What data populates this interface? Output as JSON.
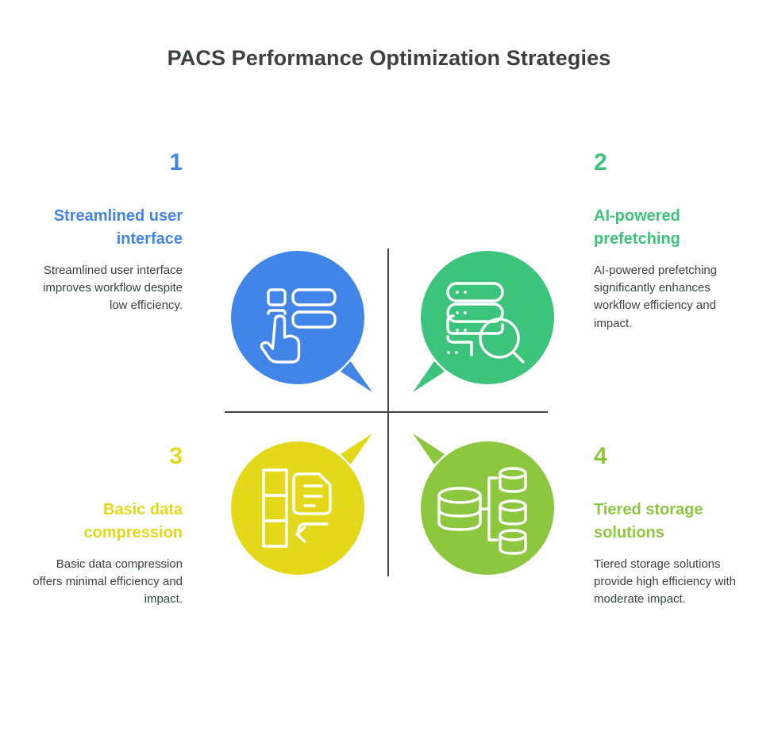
{
  "title": "PACS Performance Optimization Strategies",
  "colors": {
    "title_text": "#3C4043",
    "body_text": "#3C4043",
    "divider": "#434343",
    "blue": "#4285E8",
    "green": "#3CC47C",
    "yellow": "#E3D91A",
    "lime": "#8DC63F",
    "icon_stroke": "#FFFFFF"
  },
  "quadrants": [
    {
      "number": "1",
      "heading": "Streamlined user interface",
      "body": "Streamlined user interface improves workflow despite low efficiency.",
      "color": "#4285E8",
      "icon": "ui-cursor-icon",
      "tail": "bottom-right",
      "position": "top-left"
    },
    {
      "number": "2",
      "heading": "AI-powered prefetching",
      "body": "AI-powered prefetching significantly enhances workflow efficiency and impact.",
      "color": "#3CC47C",
      "icon": "server-search-icon",
      "tail": "bottom-left",
      "position": "top-right"
    },
    {
      "number": "3",
      "heading": "Basic data compression",
      "body": "Basic data compression offers minimal efficiency and impact.",
      "color": "#E3D91A",
      "icon": "compression-document-icon",
      "tail": "top-right",
      "position": "bottom-left"
    },
    {
      "number": "4",
      "heading": "Tiered storage solutions",
      "body": "Tiered storage solutions provide high efficiency with moderate impact.",
      "color": "#8DC63F",
      "icon": "tiered-database-icon",
      "tail": "top-left",
      "position": "bottom-right"
    }
  ]
}
